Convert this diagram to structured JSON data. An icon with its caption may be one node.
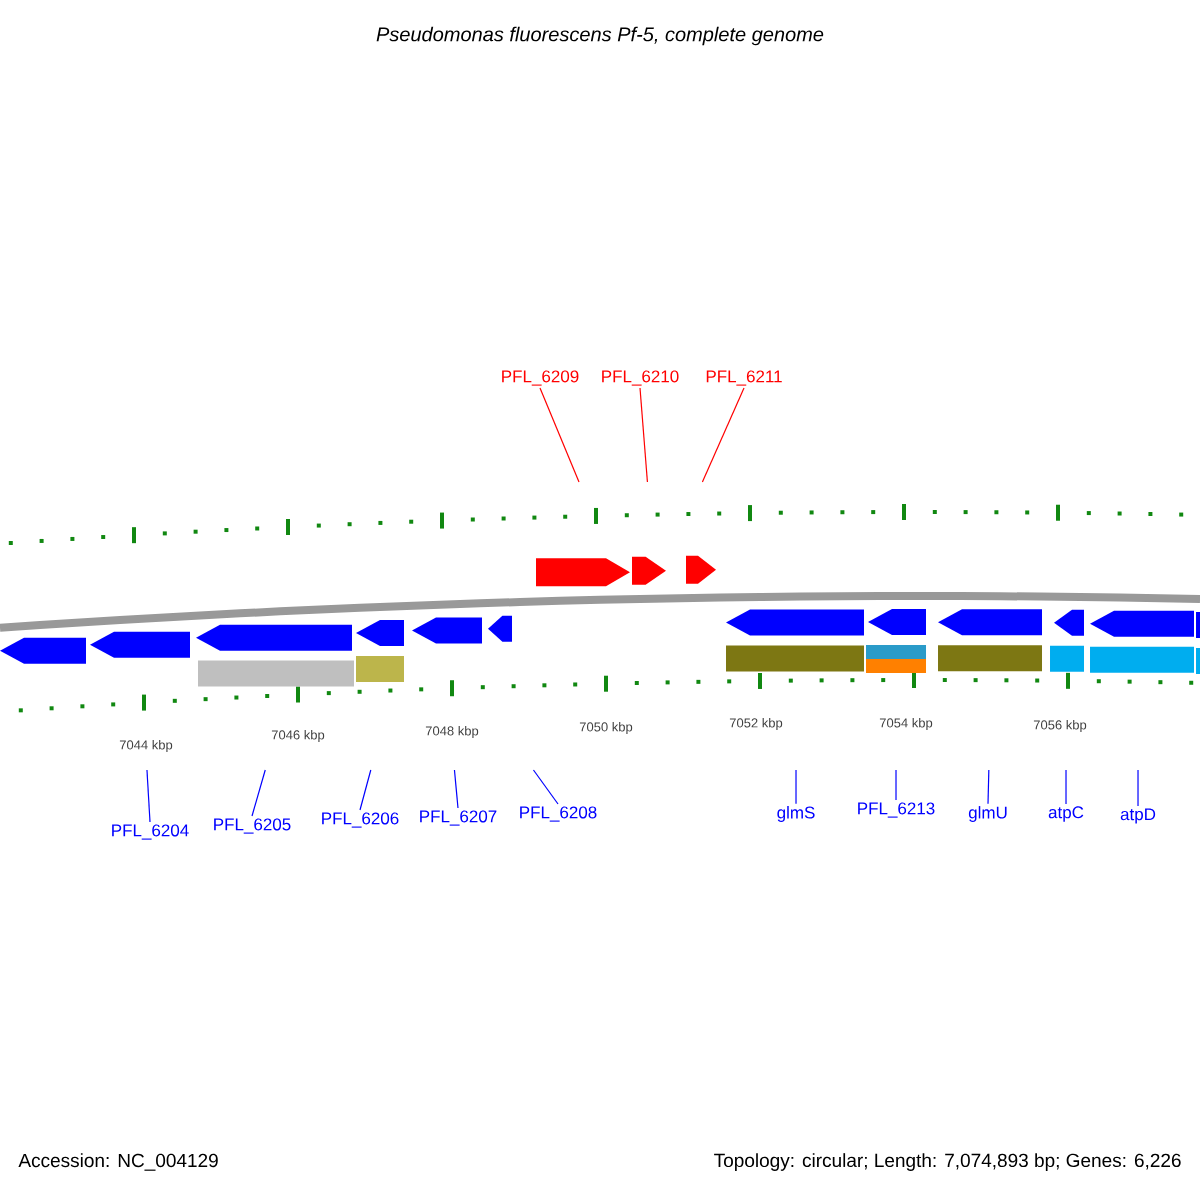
{
  "diagram": {
    "title": "Pseudomonas fluorescens Pf-5, complete genome",
    "nodes": [
      {
        "text": [
          "PFL_6209"
        ]
      },
      {
        "text": [
          "PFL_6210"
        ]
      },
      {
        "text": [
          "PFL_6211"
        ]
      },
      {
        "text": [
          "PFL_6204"
        ]
      },
      {
        "text": [
          "PFL_6205"
        ]
      },
      {
        "text": [
          "PFL_6206"
        ]
      },
      {
        "text": [
          "PFL_6207"
        ]
      },
      {
        "text": [
          "PFL_6208"
        ]
      },
      {
        "text": [
          "glmS"
        ]
      },
      {
        "text": [
          "PFL_6213"
        ]
      },
      {
        "text": [
          "glmU"
        ]
      },
      {
        "text": [
          "atpC"
        ]
      },
      {
        "text": [
          "atpD"
        ]
      }
    ],
    "edges": [
      {
        "from": 0,
        "to": null,
        "arrow": "none",
        "color": "#ff0000"
      },
      {
        "from": 1,
        "to": null,
        "arrow": "none",
        "color": "#ff0000"
      },
      {
        "from": 2,
        "to": null,
        "arrow": "none",
        "color": "#ff0000"
      },
      {
        "from": 3,
        "to": null,
        "arrow": "none"
      },
      {
        "from": 4,
        "to": null,
        "arrow": "none"
      },
      {
        "from": 5,
        "to": null,
        "arrow": "none"
      },
      {
        "from": 6,
        "to": null,
        "arrow": "none"
      },
      {
        "from": 7,
        "to": null,
        "arrow": "none"
      },
      {
        "from": 8,
        "to": null,
        "arrow": "none"
      },
      {
        "from": 9,
        "to": null,
        "arrow": "none"
      },
      {
        "from": 10,
        "to": null,
        "arrow": "none"
      },
      {
        "from": 11,
        "to": null,
        "arrow": "none"
      },
      {
        "from": 12,
        "to": null,
        "arrow": "none"
      }
    ],
    "labels": [
      "7044 kbp",
      "7046 kbp",
      "7048 kbp",
      "7050 kbp",
      "7052 kbp",
      "7054 kbp",
      "7056 kbp",
      "Accession: NC_004129",
      "Topology: circular; Length: 7,074,893 bp; Genes: 6,226"
    ]
  }
}
